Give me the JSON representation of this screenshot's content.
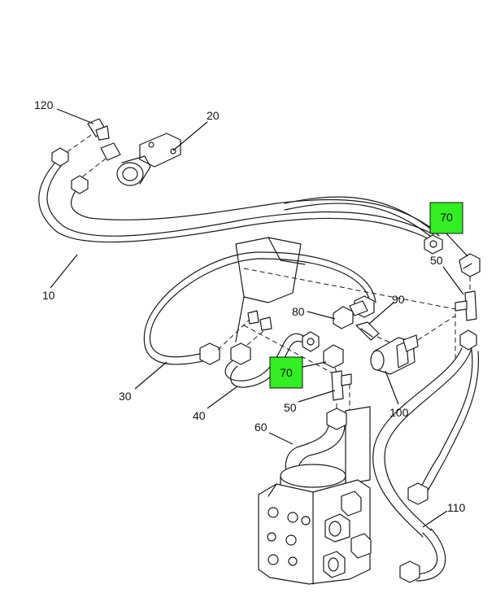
{
  "highlight_color": "#33ee22",
  "callouts": {
    "c120": "120",
    "c20": "20",
    "c10": "10",
    "c70_top": "70",
    "c50_top": "50",
    "c90": "90",
    "c80": "80",
    "c30": "30",
    "c70_mid": "70",
    "c40": "40",
    "c50_mid": "50",
    "c100": "100",
    "c60": "60",
    "c110": "110"
  }
}
